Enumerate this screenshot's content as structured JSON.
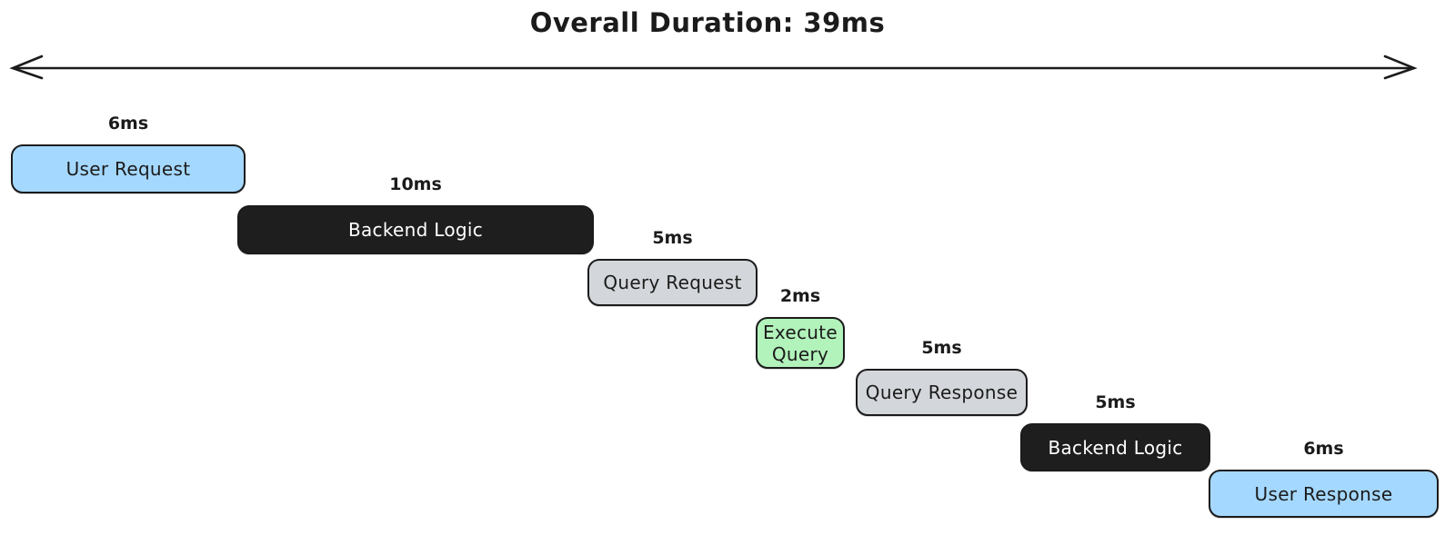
{
  "title": "Overall Duration: 39ms",
  "overall": {
    "duration_ms": 39,
    "duration_label": "39ms"
  },
  "colors": {
    "background": "#ffffff",
    "stroke": "#1b1b1b",
    "blue": "#a5d8ff",
    "black": "#1e1e1e",
    "gray": "#d3d6da",
    "green": "#b2f2bb"
  },
  "bars": [
    {
      "label": "User Request",
      "duration_ms": 6,
      "duration_label": "6ms",
      "fill": "#a5d8ff",
      "text_color": "#1b1b1b"
    },
    {
      "label": "Backend Logic",
      "duration_ms": 10,
      "duration_label": "10ms",
      "fill": "#1e1e1e",
      "text_color": "#ffffff"
    },
    {
      "label": "Query Request",
      "duration_ms": 5,
      "duration_label": "5ms",
      "fill": "#d3d6da",
      "text_color": "#1b1b1b"
    },
    {
      "label": "Execute Query",
      "duration_ms": 2,
      "duration_label": "2ms",
      "fill": "#b2f2bb",
      "text_color": "#1b1b1b"
    },
    {
      "label": "Query Response",
      "duration_ms": 5,
      "duration_label": "5ms",
      "fill": "#d3d6da",
      "text_color": "#1b1b1b"
    },
    {
      "label": "Backend Logic",
      "duration_ms": 5,
      "duration_label": "5ms",
      "fill": "#1e1e1e",
      "text_color": "#ffffff"
    },
    {
      "label": "User Response",
      "duration_ms": 6,
      "duration_label": "6ms",
      "fill": "#a5d8ff",
      "text_color": "#1b1b1b"
    }
  ],
  "chart_data": {
    "type": "bar",
    "variant": "waterfall-timeline",
    "title": "Overall Duration: 39ms",
    "categories": [
      "User Request",
      "Backend Logic",
      "Query Request",
      "Execute Query",
      "Query Response",
      "Backend Logic",
      "User Response"
    ],
    "values": [
      6,
      10,
      5,
      2,
      5,
      5,
      6
    ],
    "unit": "ms",
    "total_ms": 39,
    "layout": "each bar starts where the previous one ends, stepping down one row per stage; double-headed arrow spans the full 39ms width"
  }
}
